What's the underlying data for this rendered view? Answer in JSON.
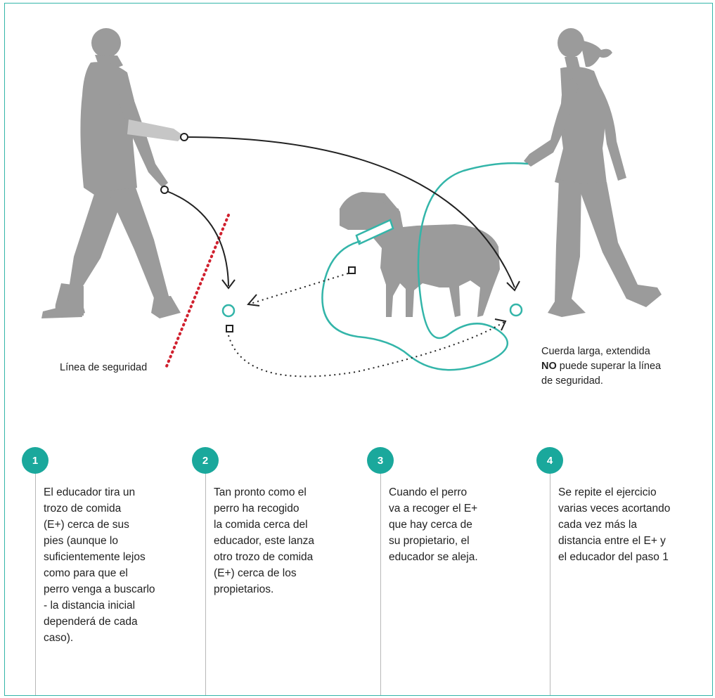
{
  "colors": {
    "silhouette": "#9b9b9b",
    "accent": "#33b5a9",
    "safety_line": "#d0202e",
    "arrow": "#222222"
  },
  "icons": [
    "man-silhouette-icon",
    "woman-silhouette-icon",
    "dog-silhouette-icon",
    "food-square-icon",
    "target-circle-icon"
  ],
  "labels": {
    "safety_line": "Línea de seguridad",
    "rope_note_1": "Cuerda larga, extendida",
    "rope_note_bold": "NO",
    "rope_note_2": " puede superar la línea",
    "rope_note_3": "de seguridad."
  },
  "steps": [
    {
      "number": "1",
      "lines": [
        "El educador tira un",
        "trozo de comida",
        "(E+) cerca de sus",
        "pies (aunque lo",
        "suficientemente lejos",
        "como para que el",
        "perro venga a buscarlo",
        "- la distancia inicial",
        "dependerá de cada",
        "caso)."
      ]
    },
    {
      "number": "2",
      "lines": [
        "Tan pronto como el",
        "perro ha recogido",
        "la comida cerca del",
        "educador, este lanza",
        "otro trozo de comida",
        "(E+) cerca de los",
        "propietarios."
      ]
    },
    {
      "number": "3",
      "lines": [
        "Cuando el perro",
        "va a recoger el E+",
        "que hay cerca de",
        "su propietario, el",
        "educador se aleja."
      ]
    },
    {
      "number": "4",
      "lines": [
        "Se repite el ejercicio",
        "varias veces acortando",
        "cada vez más la",
        "distancia entre el E+ y",
        "el educador del paso 1"
      ]
    }
  ]
}
